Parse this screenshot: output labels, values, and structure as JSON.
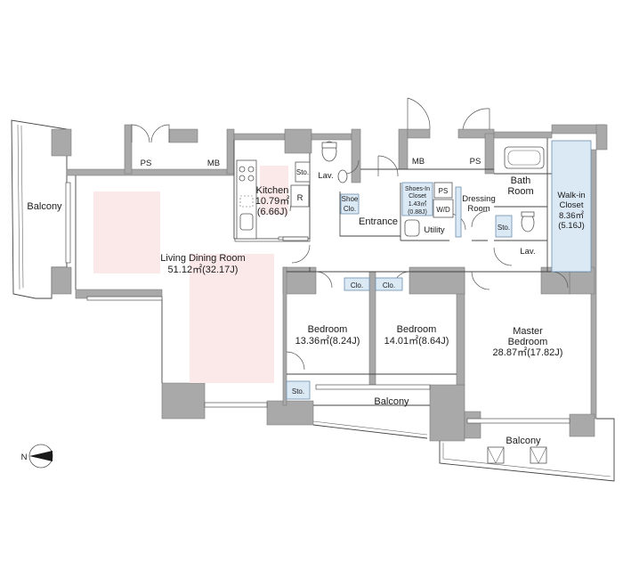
{
  "rooms": {
    "balcony_west": "Balcony",
    "ps_north": "PS",
    "mb_north": "MB",
    "kitchen_name": "Kitchen",
    "kitchen_area": "10.79㎡",
    "kitchen_j": "(6.66J)",
    "sto_kitchen": "Sto.",
    "fridge": "R",
    "lav_north": "Lav.",
    "shoe_1": "Shoe",
    "shoe_2": "Clo.",
    "entrance": "Entrance",
    "mb_east": "MB",
    "ps_east": "PS",
    "shoes_in_1": "Shoes-In",
    "shoes_in_2": "Closet",
    "shoes_in_area": "1.43㎡",
    "shoes_in_j": "(0.88J)",
    "ps_small": "PS",
    "wd": "W/D",
    "utility": "Utility",
    "dressing_1": "Dressing",
    "dressing_2": "Room",
    "bath_1": "Bath",
    "bath_2": "Room",
    "sto_bath": "Sto.",
    "lav_bath": "Lav.",
    "walkin_1": "Walk-in",
    "walkin_2": "Closet",
    "walkin_area": "8.36㎡",
    "walkin_j": "(5.16J)",
    "ldr_name": "Living Dining Room",
    "ldr_area": "51.12㎡(32.17J)",
    "clo_1": "Clo.",
    "clo_2": "Clo.",
    "bedroom1_name": "Bedroom",
    "bedroom1_area": "13.36㎡(8.24J)",
    "bedroom2_name": "Bedroom",
    "bedroom2_area": "14.01㎡(8.64J)",
    "master_1": "Master",
    "master_2": "Bedroom",
    "master_area": "28.87㎡(17.82J)",
    "sto_south": "Sto.",
    "balcony_south": "Balcony",
    "balcony_southeast": "Balcony",
    "compass_n": "N"
  }
}
